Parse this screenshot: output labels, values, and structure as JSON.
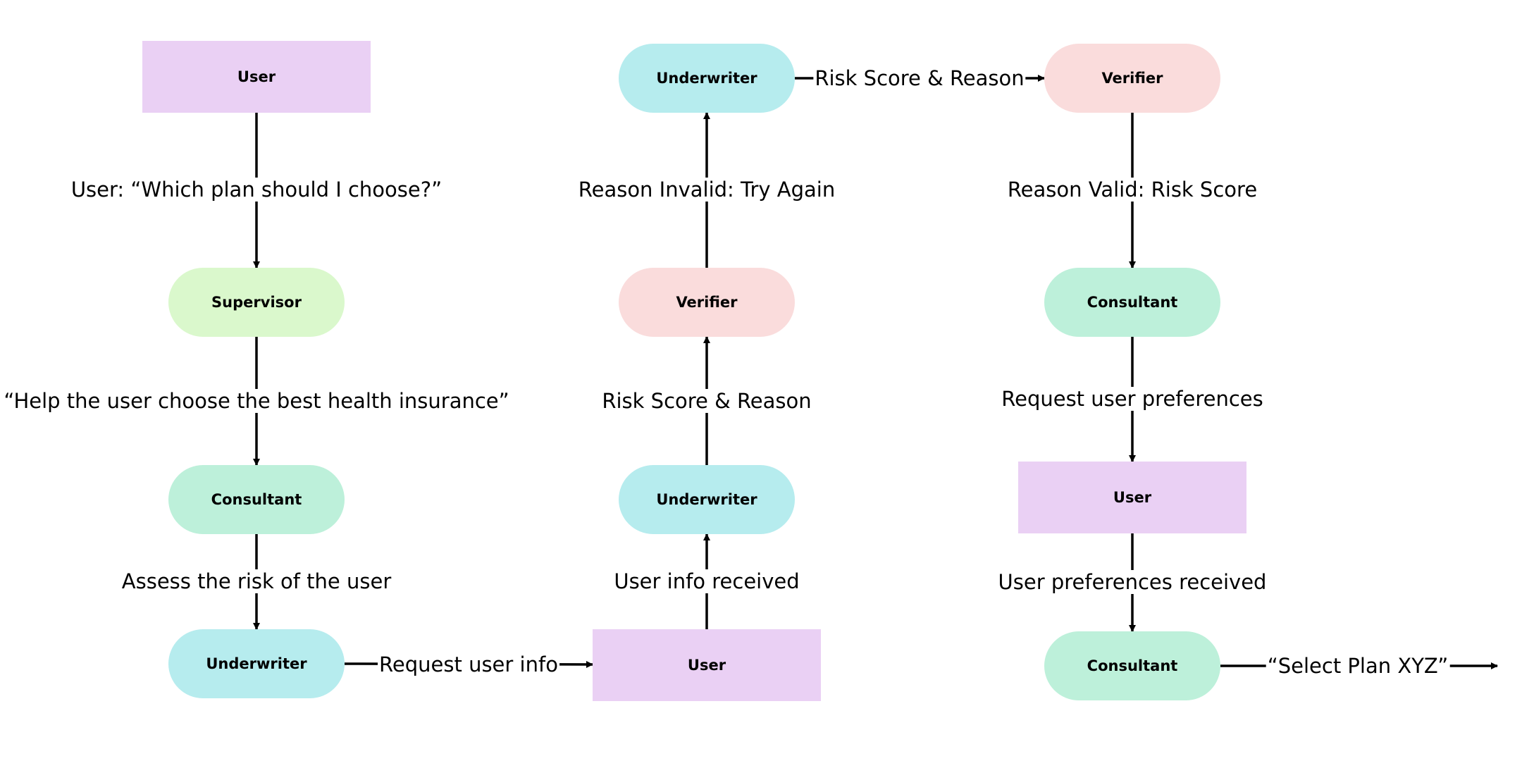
{
  "colors": {
    "user": "#ead0f4",
    "supervisor": "#daf8cc",
    "consultant": "#bdf0da",
    "underwriter": "#b6ecee",
    "verifier": "#fadcdc",
    "line": "#000000"
  },
  "nodes": {
    "user_1": {
      "label": "User",
      "role": "user"
    },
    "supervisor": {
      "label": "Supervisor",
      "role": "supervisor"
    },
    "consultant_1": {
      "label": "Consultant",
      "role": "consultant"
    },
    "underwriter_1": {
      "label": "Underwriter",
      "role": "underwriter"
    },
    "user_2": {
      "label": "User",
      "role": "user"
    },
    "underwriter_2": {
      "label": "Underwriter",
      "role": "underwriter"
    },
    "verifier_1": {
      "label": "Verifier",
      "role": "verifier"
    },
    "underwriter_3": {
      "label": "Underwriter",
      "role": "underwriter"
    },
    "verifier_2": {
      "label": "Verifier",
      "role": "verifier"
    },
    "consultant_2": {
      "label": "Consultant",
      "role": "consultant"
    },
    "user_3": {
      "label": "User",
      "role": "user"
    },
    "consultant_3": {
      "label": "Consultant",
      "role": "consultant"
    }
  },
  "edges": {
    "user_question": {
      "from": "user_1",
      "to": "supervisor",
      "label": "User: “Which plan should I choose?”"
    },
    "supervisor_task": {
      "from": "supervisor",
      "to": "consultant_1",
      "label": "“Help the user choose the best health insurance”"
    },
    "assess_risk": {
      "from": "consultant_1",
      "to": "underwriter_1",
      "label": "Assess the risk of the user"
    },
    "request_info": {
      "from": "underwriter_1",
      "to": "user_2",
      "label": "Request user info"
    },
    "info_received": {
      "from": "user_2",
      "to": "underwriter_2",
      "label": "User info received"
    },
    "risk_reason_1": {
      "from": "underwriter_2",
      "to": "verifier_1",
      "label": "Risk Score & Reason"
    },
    "reason_invalid": {
      "from": "verifier_1",
      "to": "underwriter_3",
      "label": "Reason Invalid: Try Again"
    },
    "risk_reason_2": {
      "from": "underwriter_3",
      "to": "verifier_2",
      "label": "Risk Score & Reason"
    },
    "reason_valid": {
      "from": "verifier_2",
      "to": "consultant_2",
      "label": "Reason Valid: Risk Score"
    },
    "request_prefs": {
      "from": "consultant_2",
      "to": "user_3",
      "label": "Request user preferences"
    },
    "prefs_received": {
      "from": "user_3",
      "to": "consultant_3",
      "label": "User preferences received"
    },
    "select_plan": {
      "from": "consultant_3",
      "to": null,
      "label": "“Select Plan XYZ”"
    }
  }
}
